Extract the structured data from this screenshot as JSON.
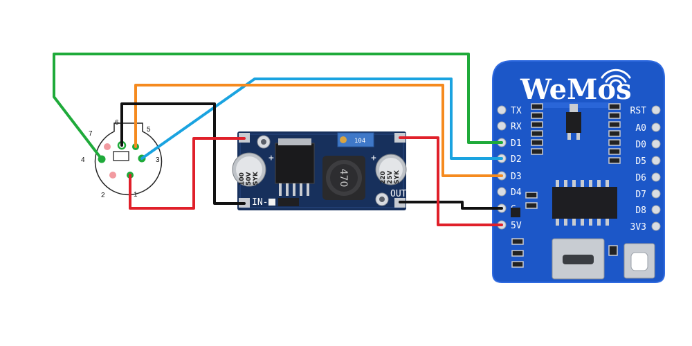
{
  "din_connector": {
    "pins": [
      {
        "n": "7"
      },
      {
        "n": "6"
      },
      {
        "n": "5"
      },
      {
        "n": "4"
      },
      {
        "n": "3"
      },
      {
        "n": "2"
      },
      {
        "n": "1"
      }
    ]
  },
  "buck_converter": {
    "in_minus": "IN-",
    "out_label": "OUT",
    "plus_in": "+",
    "plus_out": "+",
    "cap1_value": "100",
    "cap1_volt": "50V",
    "cap1_brand": "SYK",
    "cap2_value": "220",
    "cap2_volt": "25V",
    "cap2_brand": "SYK",
    "inductor_code": "470",
    "trimmer_code": "104"
  },
  "wemos": {
    "brand": "WeMos",
    "left_pins": [
      "TX",
      "RX",
      "D1",
      "D2",
      "D3",
      "D4",
      "G",
      "5V"
    ],
    "right_pins": [
      "RST",
      "A0",
      "D0",
      "D5",
      "D6",
      "D7",
      "D8",
      "3V3"
    ]
  },
  "colors": {
    "green_wire": "#1faa3a",
    "orange_wire": "#f58a1f",
    "blue_wire": "#1aa3e0",
    "black_wire": "#111111",
    "red_wire": "#e0202a",
    "pcb_blue": "#1c57c8",
    "buck_pcb": "#17305c"
  }
}
